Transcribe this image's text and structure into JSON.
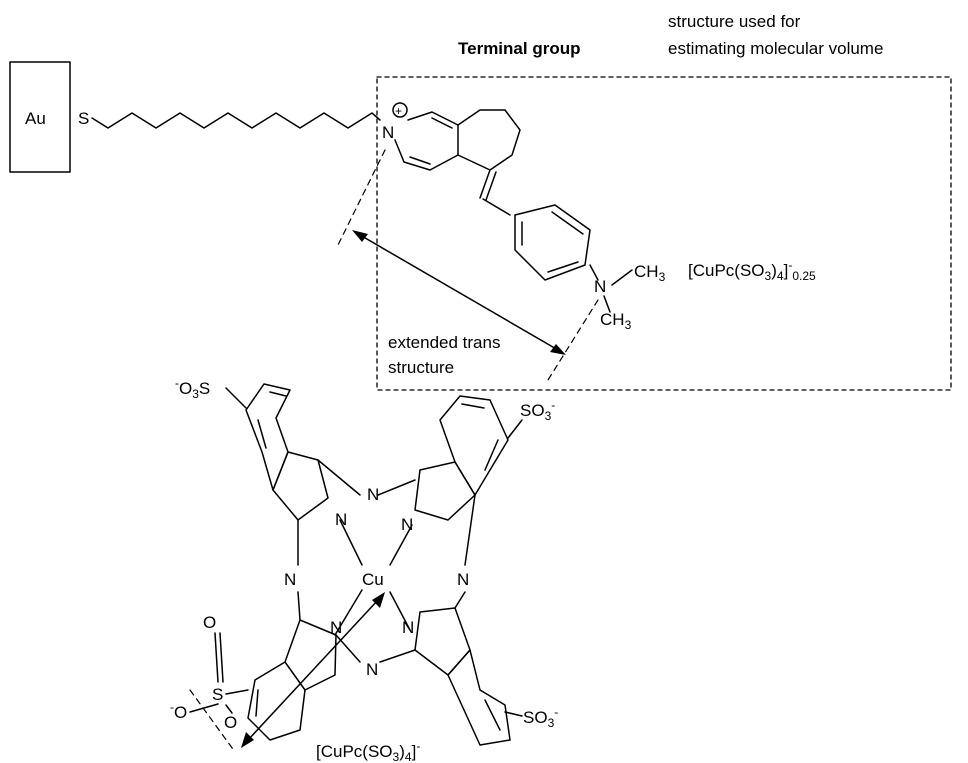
{
  "labels": {
    "au": "Au",
    "s": "S",
    "n_plus": "N",
    "plus": "+",
    "terminal_group": "Terminal group",
    "structure_line1": "structure used for",
    "structure_line2": "estimating molecular volume",
    "extended_line1": "extended trans",
    "extended_line2": "structure",
    "n_amine": "N",
    "ch3": "CH",
    "three": "3",
    "counterion_main": "[CuPc(SO",
    "counterion_sub3": "3",
    "counterion_close": ")",
    "counterion_sub4": "4",
    "counterion_bracket": "]",
    "counterion_sup": "-",
    "counterion_sub_frac": "0.25",
    "cu": "Cu",
    "n": "N",
    "so3_o3s_left": "O",
    "so3_s": "S",
    "so3_sup": "-",
    "so3_right": "SO",
    "o": "O",
    "bottom_label_main": "[CuPc(SO",
    "bottom_label_sub3": "3",
    "bottom_label_close": ")",
    "bottom_label_sub4": "4",
    "bottom_label_bracket": "]",
    "bottom_label_sup": "-"
  }
}
